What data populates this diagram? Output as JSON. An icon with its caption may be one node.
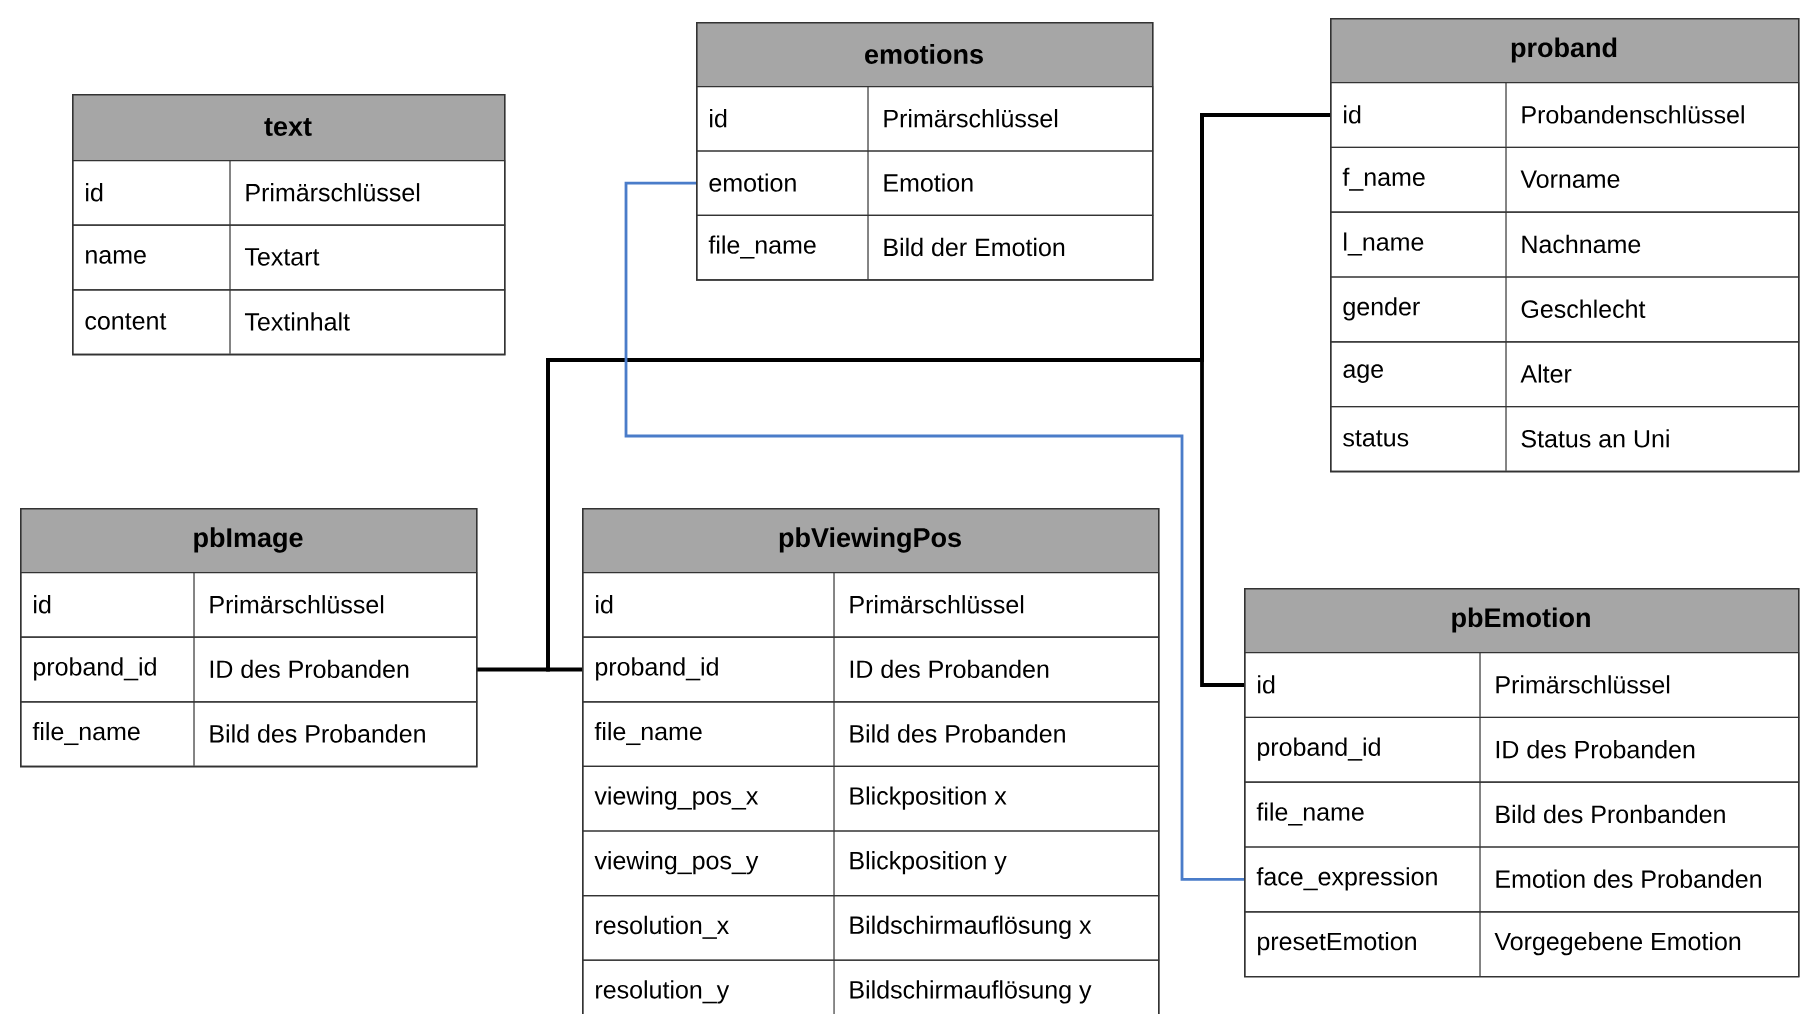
{
  "diagram": {
    "nodes": [
      {
        "text": [
          "text"
        ]
      },
      {
        "text": [
          "id",
          "Primärschlüssel"
        ],
        "in": 0
      },
      {
        "text": [
          "name",
          "Textart"
        ],
        "in": 0
      },
      {
        "text": [
          "content",
          "Textinhalt"
        ],
        "in": 0
      },
      {
        "text": [
          "emotions"
        ]
      },
      {
        "text": [
          "id",
          "Primärschlüssel"
        ],
        "in": 4
      },
      {
        "text": [
          "emotion",
          "Emotion"
        ],
        "in": 4
      },
      {
        "text": [
          "file_name",
          "Bild der Emotion"
        ],
        "in": 4
      },
      {
        "text": [
          "proband"
        ]
      },
      {
        "text": [
          "id",
          "Probandenschlüssel"
        ],
        "in": 8
      },
      {
        "text": [
          "f_name",
          "Vorname"
        ],
        "in": 8
      },
      {
        "text": [
          "l_name",
          "Nachname"
        ],
        "in": 8
      },
      {
        "text": [
          "gender",
          "Geschlecht"
        ],
        "in": 8
      },
      {
        "text": [
          "age",
          "Alter"
        ],
        "in": 8
      },
      {
        "text": [
          "status",
          "Status an Uni"
        ],
        "in": 8
      },
      {
        "text": [
          "pbImage"
        ]
      },
      {
        "text": [
          "id",
          "Primärschlüssel"
        ],
        "in": 15
      },
      {
        "text": [
          "proband_id",
          "ID des Probanden"
        ],
        "in": 15
      },
      {
        "text": [
          "file_name",
          "Bild des Probanden"
        ],
        "in": 15
      },
      {
        "text": [
          "pbViewingPos"
        ]
      },
      {
        "text": [
          "id",
          "Primärschlüssel"
        ],
        "in": 19
      },
      {
        "text": [
          "proband_id",
          "ID des Probanden"
        ],
        "in": 19
      },
      {
        "text": [
          "file_name",
          "Bild des Probanden"
        ],
        "in": 19
      },
      {
        "text": [
          "viewing_pos_x",
          "Blickposition x"
        ],
        "in": 19
      },
      {
        "text": [
          "viewing_pos_y",
          "Blickposition y"
        ],
        "in": 19
      },
      {
        "text": [
          "resolution_x",
          "Bildschirmauflösung x"
        ],
        "in": 19
      },
      {
        "text": [
          "resolution_y",
          "Bildschirmauflösung y"
        ],
        "in": 19
      },
      {
        "text": [
          "pbEmotion"
        ]
      },
      {
        "text": [
          "id",
          "Primärschlüssel"
        ],
        "in": 27
      },
      {
        "text": [
          "proband_id",
          "ID des Probanden"
        ],
        "in": 27
      },
      {
        "text": [
          "file_name",
          "Bild des Pronbanden"
        ],
        "in": 27
      },
      {
        "text": [
          "face_expression",
          "Emotion des Probanden"
        ],
        "in": 27
      },
      {
        "text": [
          "presetEmotion",
          "Vorgegebene Emotion"
        ],
        "in": 27
      }
    ],
    "edges": [
      {
        "from": 9,
        "to": 17,
        "arrow": "none"
      },
      {
        "from": 9,
        "to": 21,
        "arrow": "none"
      },
      {
        "from": 9,
        "to": 28,
        "arrow": "none"
      },
      {
        "from": 6,
        "to": 31,
        "arrow": "none",
        "color": "#4a7cc9"
      }
    ]
  }
}
